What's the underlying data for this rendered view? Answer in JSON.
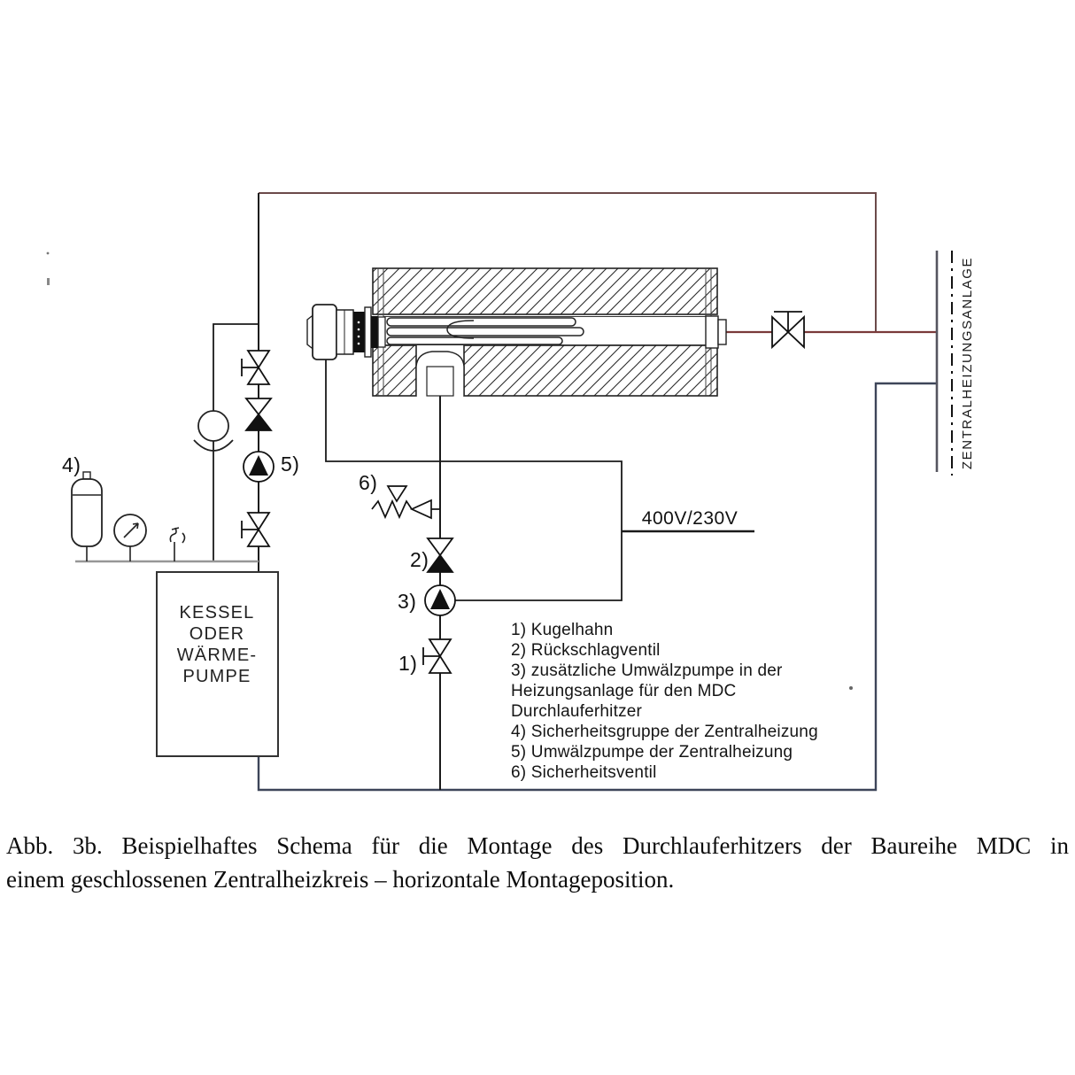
{
  "colors": {
    "pipe": "#1a1a1a",
    "supply_line": "#7a3a3a",
    "supply_top": "#6b4a4a",
    "return_line": "#3d4559",
    "manifold_gray": "#979797",
    "wall_solid": "#55555f"
  },
  "labels": {
    "item1": "1)",
    "item2": "2)",
    "item3": "3)",
    "item4": "4)",
    "item5": "5)",
    "item6": "6)"
  },
  "kessel": {
    "line1": "KESSEL",
    "line2": "ODER",
    "line3": "WÄRME-",
    "line4": "PUMPE"
  },
  "power_label": "400V/230V",
  "wall_label": "ZENTRALHEIZUNGSANLAGE",
  "legend": {
    "items": [
      "1) Kugelhahn",
      "2) Rückschlagventil",
      "3) zusätzliche Umwälzpumpe in der Heizungsanlage für den MDC Durchlauferhitzer",
      "4) Sicherheitsgruppe der Zentralheizung",
      "5) Umwälzpumpe der Zentralheizung",
      "6) Sicherheitsventil"
    ]
  },
  "caption": {
    "line1": "Abb. 3b. Beispielhaftes Schema für die Montage des Durchlauferhitzers der Baureihe MDC in",
    "line2": "einem geschlossenen Zentralheizkreis – horizontale Montageposition."
  }
}
